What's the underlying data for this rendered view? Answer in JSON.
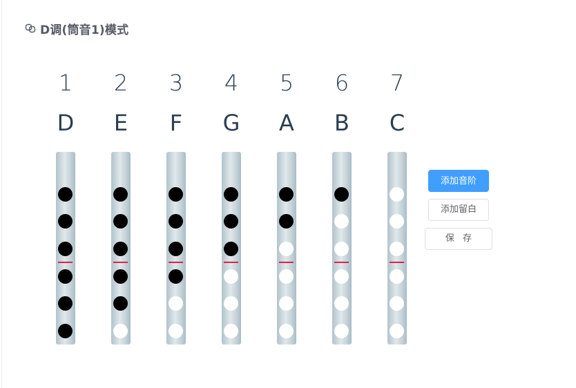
{
  "header": {
    "icon": "link-icon",
    "title": "D调(筒音1)模式"
  },
  "colors": {
    "primary": "#409eff",
    "closed_hole": "#000000",
    "open_hole": "#ffffff",
    "divider": "#e0214f",
    "text": "#2c3e50"
  },
  "notes": [
    {
      "number": "1",
      "letter": "D",
      "holes": [
        "closed",
        "closed",
        "closed",
        "closed",
        "closed",
        "closed"
      ]
    },
    {
      "number": "2",
      "letter": "E",
      "holes": [
        "closed",
        "closed",
        "closed",
        "closed",
        "closed",
        "open"
      ]
    },
    {
      "number": "3",
      "letter": "F",
      "holes": [
        "closed",
        "closed",
        "closed",
        "closed",
        "open",
        "open"
      ]
    },
    {
      "number": "4",
      "letter": "G",
      "holes": [
        "closed",
        "closed",
        "closed",
        "open",
        "open",
        "open"
      ]
    },
    {
      "number": "5",
      "letter": "A",
      "holes": [
        "closed",
        "closed",
        "open",
        "open",
        "open",
        "open"
      ]
    },
    {
      "number": "6",
      "letter": "B",
      "holes": [
        "closed",
        "open",
        "open",
        "open",
        "open",
        "open"
      ]
    },
    {
      "number": "7",
      "letter": "C",
      "holes": [
        "open",
        "open",
        "open",
        "open",
        "open",
        "open"
      ]
    }
  ],
  "buttons": {
    "add_scale": "添加音阶",
    "add_rest": "添加留白",
    "save": "保 存"
  }
}
